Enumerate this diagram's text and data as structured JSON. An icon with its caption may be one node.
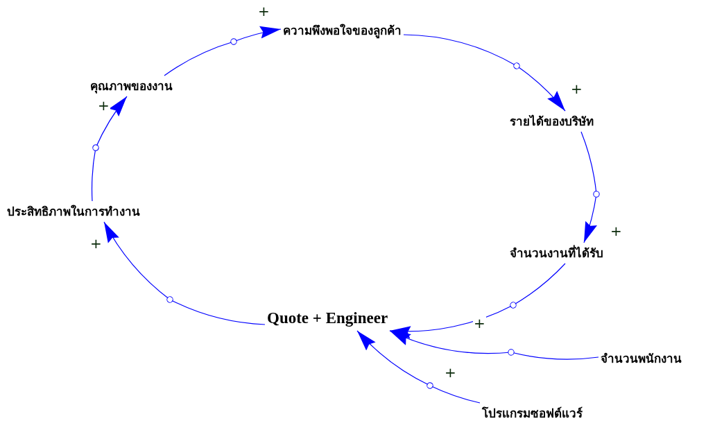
{
  "diagram": {
    "nodes": [
      {
        "text": [
          "ความพึงพอใจของลูกค้า"
        ]
      },
      {
        "text": [
          "รายได้ของบริษัท"
        ]
      },
      {
        "text": [
          "จำนวนงานที่ได้รับ"
        ]
      },
      {
        "text": [
          "Quote + Engineer"
        ]
      },
      {
        "text": [
          "ประสิทธิภาพในการทำงาน"
        ]
      },
      {
        "text": [
          "คุณภาพของงาน"
        ]
      },
      {
        "text": [
          "จำนวนพนักงาน"
        ]
      },
      {
        "text": [
          "โปรแกรมซอฟต์แวร์"
        ]
      }
    ],
    "edges": [
      {
        "from": 5,
        "to": 0,
        "arrow": "to",
        "label": "+"
      },
      {
        "from": 0,
        "to": 1,
        "arrow": "to",
        "label": "+"
      },
      {
        "from": 1,
        "to": 2,
        "arrow": "to",
        "label": "+"
      },
      {
        "from": 2,
        "to": 3,
        "arrow": "to",
        "label": "+"
      },
      {
        "from": 3,
        "to": 4,
        "arrow": "to",
        "label": "+"
      },
      {
        "from": 4,
        "to": 5,
        "arrow": "to",
        "label": "+"
      },
      {
        "from": 6,
        "to": 3,
        "arrow": "to"
      },
      {
        "from": 7,
        "to": 3,
        "arrow": "to",
        "label": "+"
      }
    ]
  }
}
